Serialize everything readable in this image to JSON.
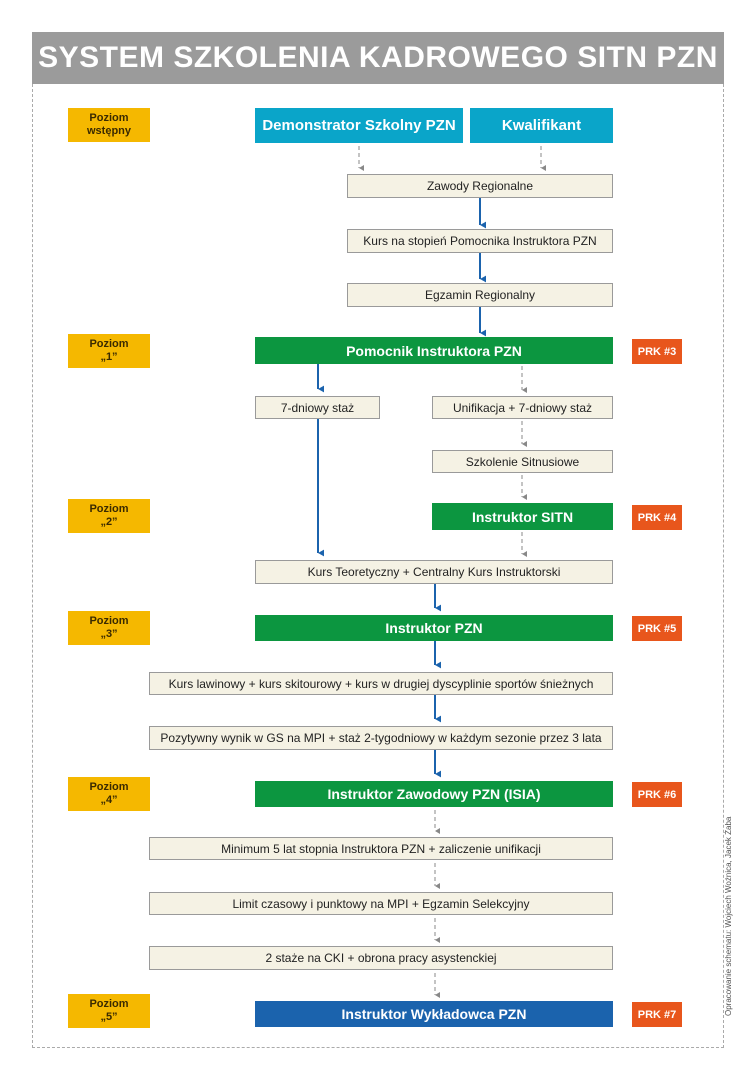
{
  "title": "SYSTEM SZKOLENIA KADROWEGO SITN PZN",
  "levels": [
    "Poziom\nwstępny",
    "Poziom\n„1”",
    "Poziom\n„2”",
    "Poziom\n„3”",
    "Poziom\n„4”",
    "Poziom\n„5”"
  ],
  "entry": {
    "demonstrator": "Demonstrator Szkolny PZN",
    "kwalifikant": "Kwalifikant"
  },
  "steps": {
    "zawody": "Zawody Regionalne",
    "kurs_pomocnika": "Kurs na stopień Pomocnika Instruktora PZN",
    "egzamin": "Egzamin Regionalny",
    "staz7": "7-dniowy staż",
    "unifikacja": "Unifikacja + 7-dniowy staż",
    "sitnusiowe": "Szkolenie Sitnusiowe",
    "kurs_teoretyczny": "Kurs Teoretyczny + Centralny Kurs Instruktorski",
    "kurs_lawinowy": "Kurs lawinowy + kurs skitourowy + kurs w drugiej dyscyplinie sportów śnieżnych",
    "pozytywny": "Pozytywny wynik w GS na MPI + staż 2-tygodniowy w każdym sezonie przez 3 lata",
    "minimum": "Minimum 5 lat stopnia Instruktora PZN + zaliczenie unifikacji",
    "limit": "Limit czasowy i punktowy na MPI + Egzamin Selekcyjny",
    "staze2": "2 staże na CKI + obrona pracy asystenckiej"
  },
  "ranks": {
    "pomocnik": "Pomocnik Instruktora PZN",
    "sitn": "Instruktor SITN",
    "instruktor": "Instruktor PZN",
    "zawodowy": "Instruktor Zawodowy PZN (ISIA)",
    "wykladowca": "Instruktor Wykładowca PZN"
  },
  "prk": [
    "PRK #3",
    "PRK #4",
    "PRK #5",
    "PRK #6",
    "PRK #7"
  ],
  "credit": "Opracowanie schematu: Wojciech Woźnica, Jacek Żaba",
  "colors": {
    "level": "#f5b800",
    "entry": "#0aa5c9",
    "rank": "#0c9640",
    "top_rank": "#1b63ad",
    "prk": "#e8561c",
    "step": "#f5f2e4",
    "arrow_solid": "#1b63ad",
    "arrow_dashed": "#888888"
  }
}
